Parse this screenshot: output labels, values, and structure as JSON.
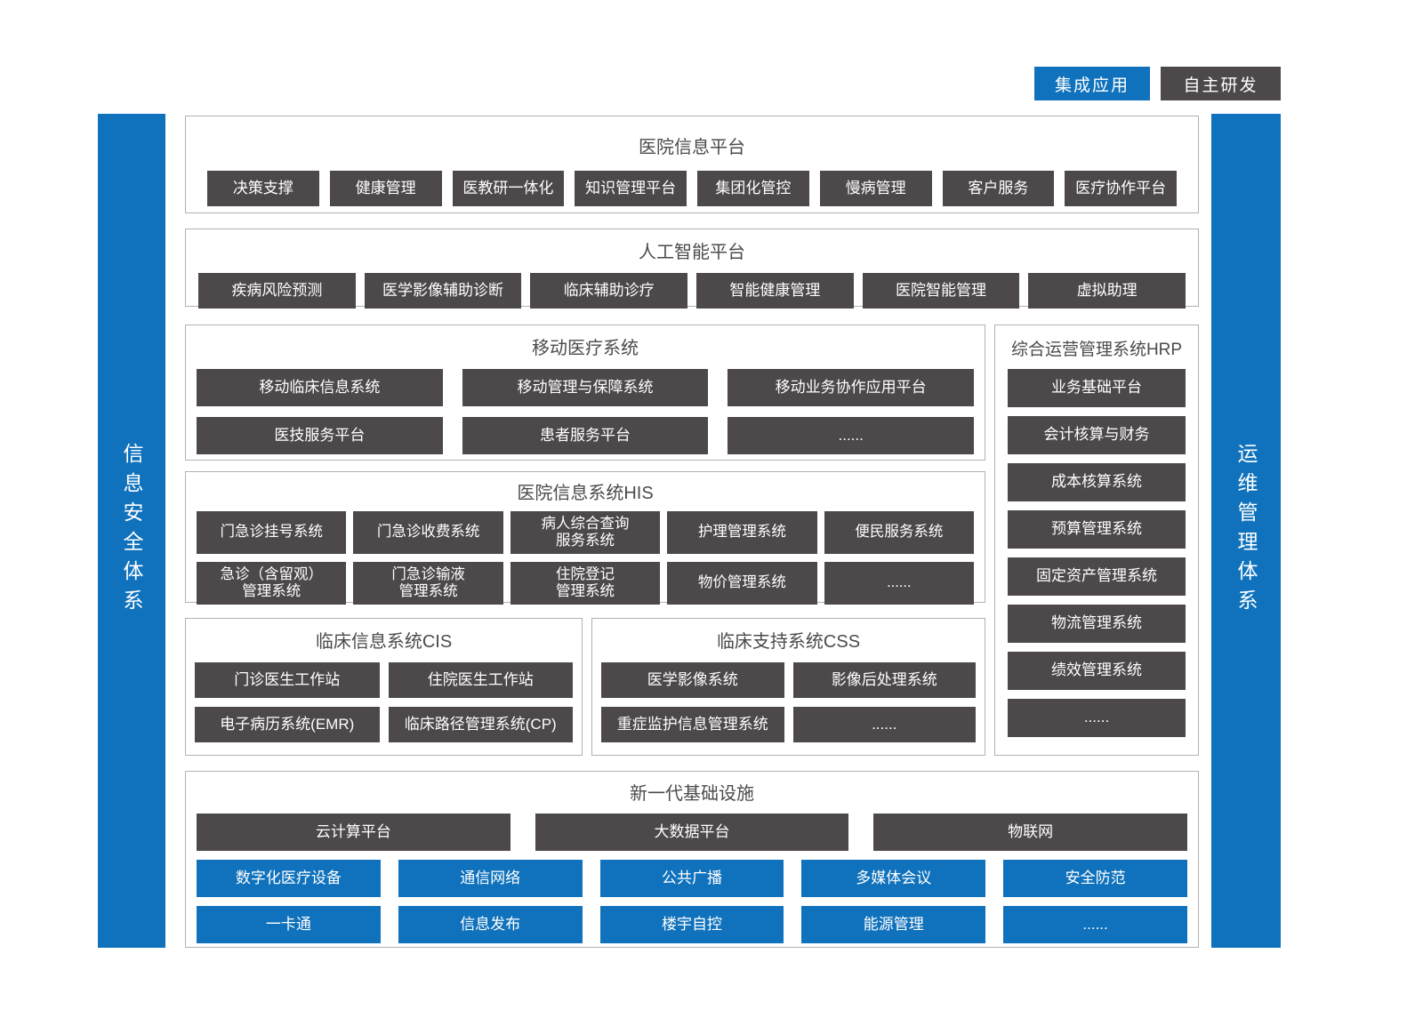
{
  "colors": {
    "blue": "#1072bc",
    "dark": "#4d494a",
    "border": "#b3b1b1",
    "title_text": "#4d4a4b"
  },
  "legend": {
    "integrated": "集成应用",
    "self_developed": "自主研发"
  },
  "side_bars": {
    "left": "信息安全体系",
    "right": "运维管理体系"
  },
  "sections": {
    "hip": {
      "title": "医院信息平台",
      "items": [
        "决策支撑",
        "健康管理",
        "医教研一体化",
        "知识管理平台",
        "集团化管控",
        "慢病管理",
        "客户服务",
        "医疗协作平台"
      ]
    },
    "ai": {
      "title": "人工智能平台",
      "items": [
        "疾病风险预测",
        "医学影像辅助诊断",
        "临床辅助诊疗",
        "智能健康管理",
        "医院智能管理",
        "虚拟助理"
      ]
    },
    "mobile": {
      "title": "移动医疗系统",
      "rows": [
        [
          "移动临床信息系统",
          "移动管理与保障系统",
          "移动业务协作应用平台"
        ],
        [
          "医技服务平台",
          "患者服务平台",
          "......"
        ]
      ]
    },
    "hrp": {
      "title": "综合运营管理系统HRP",
      "items": [
        "业务基础平台",
        "会计核算与财务",
        "成本核算系统",
        "预算管理系统",
        "固定资产管理系统",
        "物流管理系统",
        "绩效管理系统",
        "......"
      ]
    },
    "his": {
      "title": "医院信息系统HIS",
      "rows": [
        [
          "门急诊挂号系统",
          "门急诊收费系统",
          "病人综合查询\n服务系统",
          "护理管理系统",
          "便民服务系统"
        ],
        [
          "急诊（含留观）\n管理系统",
          "门急诊输液\n管理系统",
          "住院登记\n管理系统",
          "物价管理系统",
          "......"
        ]
      ]
    },
    "cis": {
      "title": "临床信息系统CIS",
      "rows": [
        [
          "门诊医生工作站",
          "住院医生工作站"
        ],
        [
          "电子病历系统(EMR)",
          "临床路径管理系统(CP)"
        ]
      ]
    },
    "css": {
      "title": "临床支持系统CSS",
      "rows": [
        [
          "医学影像系统",
          "影像后处理系统"
        ],
        [
          "重症监护信息管理系统",
          "......"
        ]
      ]
    },
    "infra": {
      "title": "新一代基础设施",
      "dark_row": [
        "云计算平台",
        "大数据平台",
        "物联网"
      ],
      "blue_rows": [
        [
          "数字化医疗设备",
          "通信网络",
          "公共广播",
          "多媒体会议",
          "安全防范"
        ],
        [
          "一卡通",
          "信息发布",
          "楼宇自控",
          "能源管理",
          "......"
        ]
      ]
    }
  }
}
